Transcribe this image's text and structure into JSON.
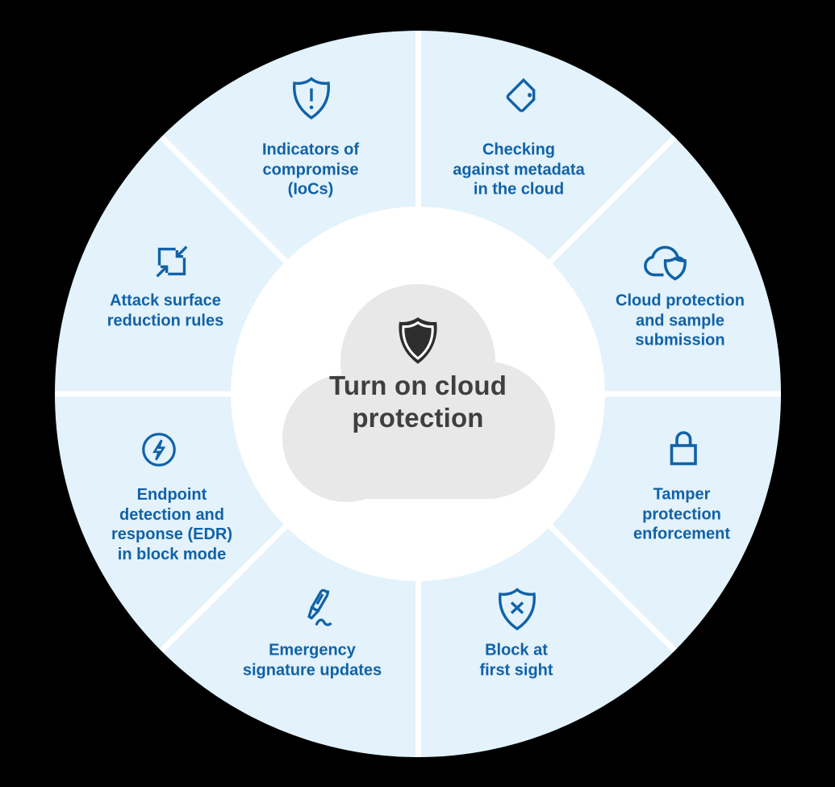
{
  "colors": {
    "background": "#000000",
    "wheel_background": "#E3F2FB",
    "divider": "#FFFFFF",
    "inner_circle": "#FFFFFF",
    "cloud_gray": "#E8E8E8",
    "accent_blue": "#1162A7",
    "center_shield_dark": "#2E2E2E",
    "center_text": "#3F3F3F"
  },
  "center": {
    "title": "Turn on cloud\nprotection",
    "icon": "defender-shield-icon"
  },
  "segments": [
    {
      "id": "indicators-of-compromise",
      "icon": "shield-alert-icon",
      "label": "Indicators of\ncompromise\n(IoCs)"
    },
    {
      "id": "checking-against-metadata",
      "icon": "tag-icon",
      "label": "Checking\nagainst metadata\nin the cloud"
    },
    {
      "id": "cloud-protection-sample-submission",
      "icon": "cloud-shield-icon",
      "label": "Cloud protection\nand sample\nsubmission"
    },
    {
      "id": "tamper-protection-enforcement",
      "icon": "lock-icon",
      "label": "Tamper\nprotection\nenforcement"
    },
    {
      "id": "block-at-first-sight",
      "icon": "shield-block-icon",
      "label": "Block at\nfirst sight"
    },
    {
      "id": "emergency-signature-updates",
      "icon": "pen-signature-icon",
      "label": "Emergency\nsignature updates"
    },
    {
      "id": "edr-in-block-mode",
      "icon": "lightning-circle-icon",
      "label": "Endpoint\ndetection and\nresponse (EDR)\nin block mode"
    },
    {
      "id": "attack-surface-reduction",
      "icon": "contract-arrows-icon",
      "label": "Attack surface\nreduction rules"
    }
  ]
}
